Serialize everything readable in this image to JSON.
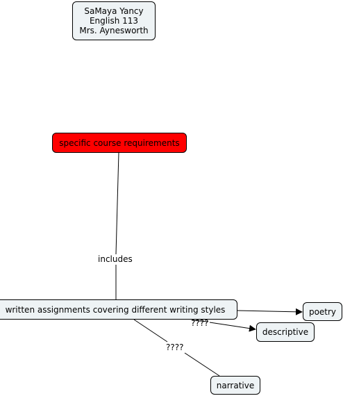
{
  "header": {
    "lines": [
      "SaMaya Yancy",
      "English 113",
      "Mrs. Aynesworth"
    ]
  },
  "concepts": {
    "requirements": "specific course requirements",
    "written": "written assignments covering different writing styles",
    "poetry": "poetry",
    "descriptive": "descriptive",
    "narrative": "narrative"
  },
  "link_labels": {
    "includes": "includes",
    "descriptive_link": "????",
    "narrative_link": "????"
  },
  "colors": {
    "requirements_fill": "#ff0000",
    "node_fill": "#eef3f5",
    "line": "#000000"
  }
}
